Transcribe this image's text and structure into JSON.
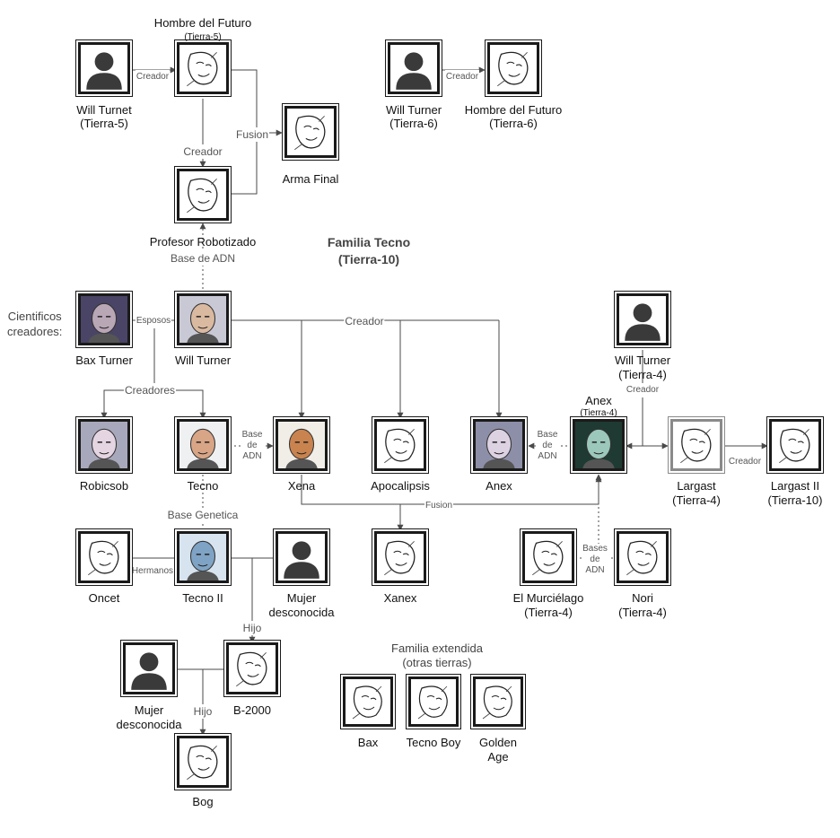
{
  "header": {
    "title_line1": "Familia Tecno",
    "title_line2": "(Tierra-10)",
    "scientists_label_line1": "Cientificos",
    "scientists_label_line2": "creadores:",
    "extended_line1": "Familia extendida",
    "extended_line2": "(otras tierras)"
  },
  "nodes": {
    "will_t5": {
      "name": "Will Turnet",
      "sub": "(Tierra-5)",
      "portrait": "silhouette-icon"
    },
    "hdf_t5": {
      "name": "Hombre del Futuro",
      "sub": "(Tierra-5)",
      "portrait": "sketch"
    },
    "arma_final": {
      "name": "Arma Final",
      "portrait": "sketch"
    },
    "prof_robot": {
      "name": "Profesor Robotizado",
      "portrait": "sketch"
    },
    "will_t6": {
      "name": "Will Turner",
      "sub": "(Tierra-6)",
      "portrait": "silhouette-icon"
    },
    "hdf_t6": {
      "name": "Hombre del Futuro",
      "sub": "(Tierra-6)",
      "portrait": "sketch"
    },
    "bax_turner": {
      "name": "Bax Turner",
      "portrait": "color"
    },
    "will_turner": {
      "name": "Will Turner",
      "portrait": "color"
    },
    "will_t4": {
      "name": "Will Turner",
      "sub": "(Tierra-4)",
      "portrait": "silhouette-icon"
    },
    "robicsob": {
      "name": "Robicsob",
      "portrait": "color"
    },
    "tecno": {
      "name": "Tecno",
      "portrait": "color"
    },
    "xena": {
      "name": "Xena",
      "portrait": "color"
    },
    "apocalipsis": {
      "name": "Apocalipsis",
      "portrait": "sketch"
    },
    "anex": {
      "name": "Anex",
      "portrait": "color"
    },
    "anex_t4": {
      "name": "Anex",
      "sub": "(Tierra-4)",
      "portrait": "color"
    },
    "largast": {
      "name": "Largast",
      "sub": "(Tierra-4)",
      "portrait": "sketch"
    },
    "largast2": {
      "name": "Largast II",
      "sub": "(Tierra-10)",
      "portrait": "sketch"
    },
    "oncet": {
      "name": "Oncet",
      "portrait": "sketch"
    },
    "tecno2": {
      "name": "Tecno II",
      "portrait": "color"
    },
    "mujer1": {
      "name": "Mujer",
      "sub": "desconocida",
      "portrait": "silhouette-icon"
    },
    "xanex": {
      "name": "Xanex",
      "portrait": "sketch"
    },
    "murcielago": {
      "name": "El Murciélago",
      "sub": "(Tierra-4)",
      "portrait": "sketch"
    },
    "nori": {
      "name": "Nori",
      "sub": "(Tierra-4)",
      "portrait": "sketch"
    },
    "mujer2": {
      "name": "Mujer",
      "sub": "desconocida",
      "portrait": "silhouette-icon"
    },
    "b2000": {
      "name": "B-2000",
      "portrait": "sketch"
    },
    "bog": {
      "name": "Bog",
      "portrait": "sketch"
    },
    "bax": {
      "name": "Bax",
      "portrait": "sketch"
    },
    "tecno_boy": {
      "name": "Tecno Boy",
      "portrait": "sketch"
    },
    "golden_age": {
      "name": "Golden",
      "sub": "Age",
      "portrait": "sketch"
    }
  },
  "edge_labels": {
    "creador_t5": "Creador",
    "creador_hdf_down": "Creador",
    "fusion_top": "Fusion",
    "base_adn_top": "Base de ADN",
    "creador_t6": "Creador",
    "esposos": "Esposos",
    "creador_main": "Creador",
    "creadores": "Creadores",
    "base_adn_tx_1": "Base",
    "base_adn_tx_2": "de",
    "base_adn_tx_3": "ADN",
    "base_adn_ax_1": "Base",
    "base_adn_ax_2": "de",
    "base_adn_ax_3": "ADN",
    "creador_t4": "Creador",
    "creador_largast": "Creador",
    "base_genetica": "Base Genetica",
    "fusion_mid": "Fusion",
    "hermanos": "Hermanos",
    "bases_adn_1": "Bases",
    "bases_adn_2": "de",
    "bases_adn_3": "ADN",
    "hijo_1": "Hijo",
    "hijo_2": "Hijo"
  },
  "colors": {
    "line": "#4a4a4a",
    "frame": "#1a1a1a",
    "frame_light": "#8a8a8a",
    "label_text": "#555555",
    "title_text": "#444444"
  }
}
